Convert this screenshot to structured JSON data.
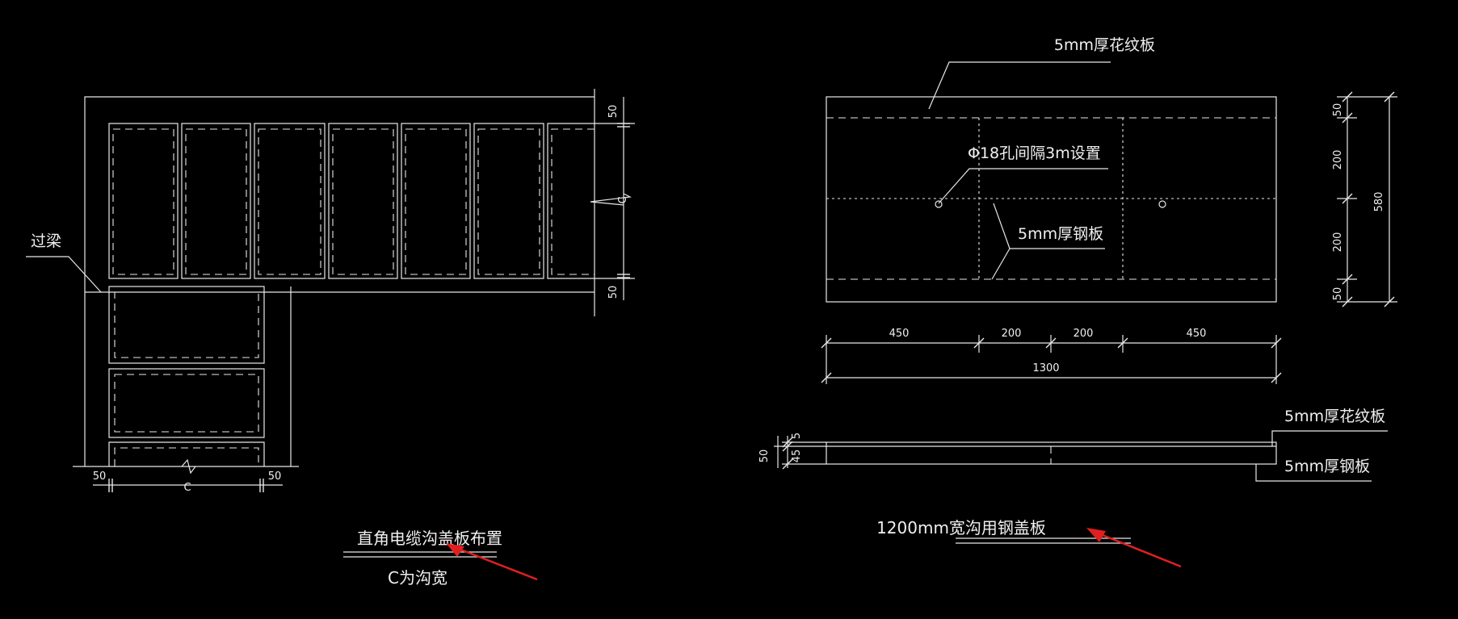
{
  "left_drawing": {
    "beam_label": "过梁",
    "dim_50": "50",
    "dim_c": "C",
    "title": "直角电缆沟盖板布置",
    "subtitle": "C为沟宽"
  },
  "right_drawing": {
    "top_label": "5mm厚花纹板",
    "hole_label": "Φ18孔间隔3m设置",
    "plate_label": "5mm厚钢板",
    "h_dims": [
      "450",
      "200",
      "200",
      "450"
    ],
    "total_width": "1300",
    "v_dims": [
      "50",
      "200",
      "200",
      "50"
    ],
    "total_height": "580",
    "section_label_top": "5mm厚花纹板",
    "section_label_bottom": "5mm厚钢板",
    "section_dims": [
      "5",
      "45",
      "50"
    ],
    "title": "1200mm宽沟用钢盖板"
  },
  "colors": {
    "background": "#000000",
    "lines": "#e8e8e8",
    "arrow": "#e02020"
  }
}
